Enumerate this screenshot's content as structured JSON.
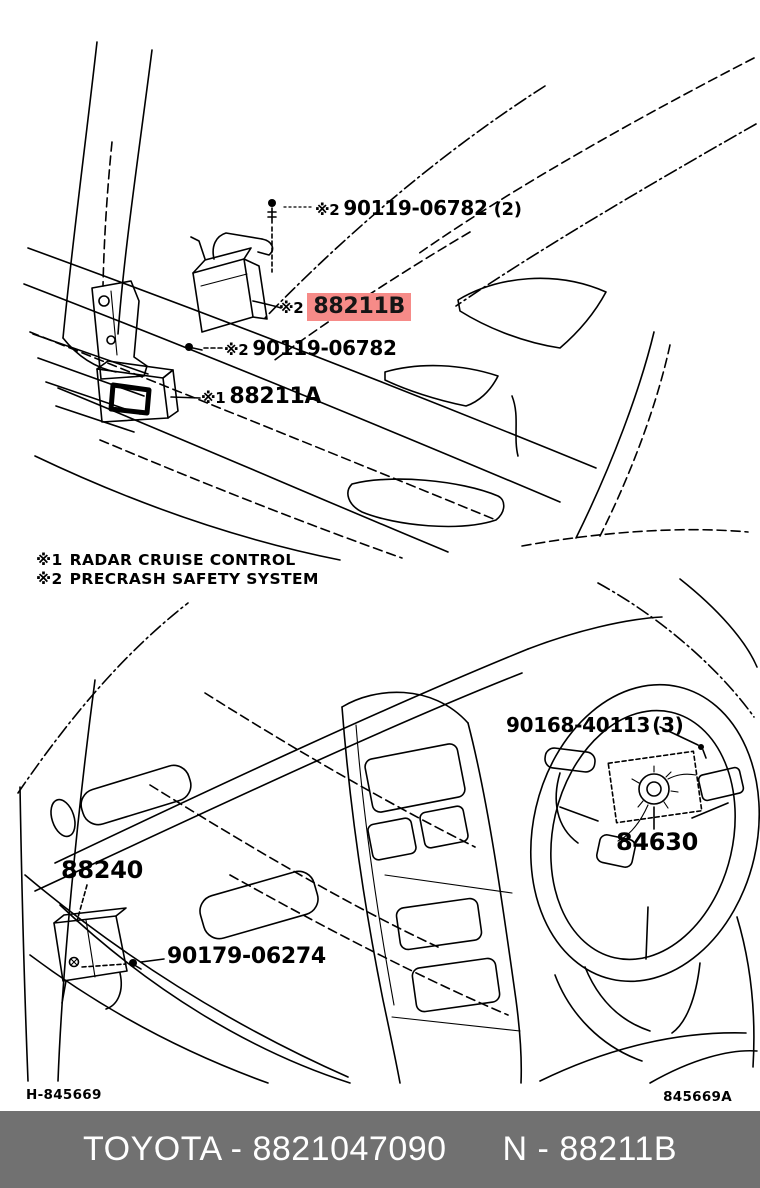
{
  "colors": {
    "highlight": "#f68b88",
    "footer_bar": "#717171",
    "footer_text": "#ffffff",
    "line": "#000000",
    "background": "#ffffff"
  },
  "top_diagram": {
    "description": "front bumper radar sensors",
    "labels": {
      "bolt_top": {
        "marker": "※2",
        "part": "90119-06782",
        "qty": "(2)"
      },
      "sensor_b": {
        "marker": "※2",
        "part": "88211B",
        "highlighted": true
      },
      "bolt_mid": {
        "marker": "※2",
        "part": "90119-06782"
      },
      "sensor_a": {
        "marker": "※1",
        "part": "88211A"
      }
    }
  },
  "legend": {
    "items": [
      {
        "marker": "※1",
        "text": "RADAR CRUISE CONTROL"
      },
      {
        "marker": "※2",
        "text": "PRECRASH SAFETY SYSTEM"
      }
    ]
  },
  "bottom_diagram": {
    "description": "instrument panel and steering wheel",
    "labels": {
      "pad_bolts": {
        "part": "90168-40113",
        "qty": "(3)"
      },
      "switch_84630": {
        "part": "84630"
      },
      "part_88240": {
        "part": "88240"
      },
      "screw_90179": {
        "part": "90179-06274"
      }
    }
  },
  "page_codes": {
    "left": "H-845669",
    "right": "845669A"
  },
  "footer": {
    "catalog_code": "TOYOTA - 8821047090",
    "part_code": "N - 88211B"
  }
}
